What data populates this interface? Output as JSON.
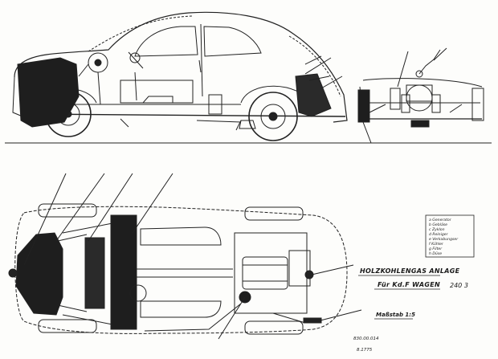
{
  "title_block": {
    "title_line1": "HOLZKOHLENGAS ANLAGE",
    "title_line2": "Für Kd.F WAGEN",
    "scale": "Maßstab 1:5",
    "drawing_no": "830.00.014",
    "date": "8.1775",
    "stamp": "240 3"
  },
  "legend": {
    "items": [
      "a Generator",
      "b Gebläse",
      "c Zyklon",
      "d Reiniger",
      "e Verkabungser",
      "f Kühler",
      "g Filter",
      "h Düse"
    ]
  }
}
